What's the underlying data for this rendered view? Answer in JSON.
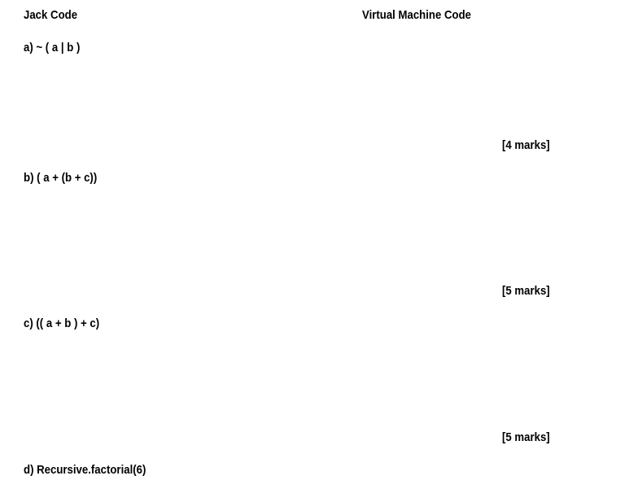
{
  "headers": {
    "jack_code": "Jack Code",
    "vm_code": "Virtual Machine Code"
  },
  "questions": [
    {
      "expression": "a) ~ ( a | b )",
      "marks": "[4 marks]"
    },
    {
      "expression": "b) ( a + (b + c))",
      "marks": "[5 marks]"
    },
    {
      "expression": "c) (( a + b ) + c)",
      "marks": "[5 marks]"
    },
    {
      "expression": "d) Recursive.factorial(6)"
    }
  ]
}
